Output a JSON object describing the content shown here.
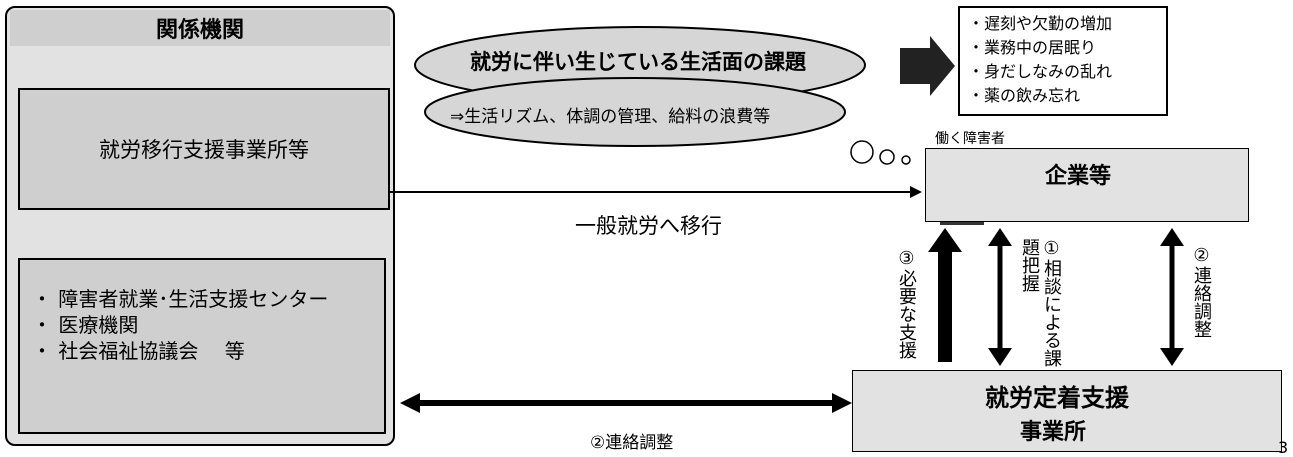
{
  "agencies": {
    "title": "関係機関",
    "office": "就労移行支援事業所等",
    "list": [
      "・ 障害者就業･生活支援センター",
      "・ 医療機関",
      "・ 社会福祉協議会　 等"
    ]
  },
  "cloud": {
    "title": "就労に伴い生じている生活面の課題",
    "detail": "⇒生活リズム、体調の管理、給料の浪費等"
  },
  "issues": [
    "・遅刻や欠勤の増加",
    "・業務中の居眠り",
    "・身だしなみの乱れ",
    "・薬の飲み忘れ"
  ],
  "company": {
    "worker_label": "働く障害者",
    "name": "企業等"
  },
  "transition": "一般就労へ移行",
  "vertical_labels": {
    "support": "③必要な支援",
    "consult": "①相談による課題把握",
    "coordinate": "②連絡調整"
  },
  "support_office": {
    "line1": "就労定着支援",
    "line2": "事業所"
  },
  "bottom_coord": "②連絡調整",
  "page_number": "3"
}
